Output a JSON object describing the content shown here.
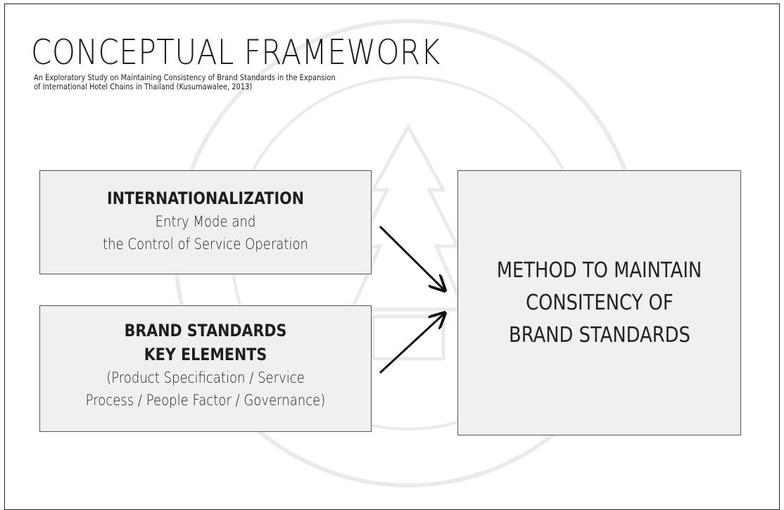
{
  "title": "CONCEPTUAL FRAMEWORK",
  "subtitle_line1": "An Exploratory Study on Maintaining Consistency of Brand Standards in the Expansion",
  "subtitle_line2": "of International Hotel Chains in Thailand (Kusumawalee, 2013)",
  "left_box_1": {
    "heading": "INTERNATIONALIZATION",
    "line1": "Entry Mode and",
    "line2": "the Control of Service Operation"
  },
  "left_box_2": {
    "heading1": "BRAND STANDARDS",
    "heading2": "KEY ELEMENTS",
    "line1": "(Product Specification / Service",
    "line2": "Process / People Factor / Governance)"
  },
  "right_box": {
    "line1": "METHOD TO MAINTAIN",
    "line2": "CONSITENCY OF",
    "line3": "BRAND STANDARDS"
  },
  "colors": {
    "box_fill": "#f0f0f0",
    "box_border": "#555555",
    "text": "#1e1e1e",
    "arrow": "#111111"
  }
}
